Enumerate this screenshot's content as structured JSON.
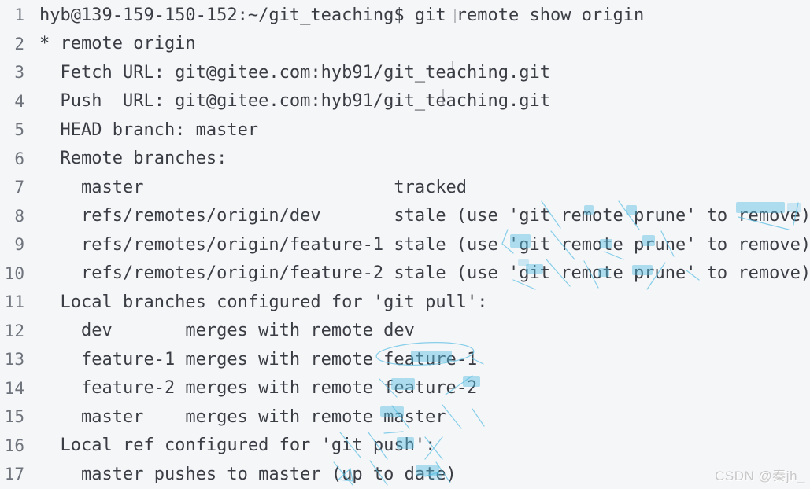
{
  "terminal": {
    "lines": [
      {
        "n": "1",
        "text": "hyb@139-159-150-152:~/git_teaching$ git remote show origin"
      },
      {
        "n": "2",
        "text": "* remote origin"
      },
      {
        "n": "3",
        "text": "  Fetch URL: git@gitee.com:hyb91/git_teaching.git"
      },
      {
        "n": "4",
        "text": "  Push  URL: git@gitee.com:hyb91/git_teaching.git"
      },
      {
        "n": "5",
        "text": "  HEAD branch: master"
      },
      {
        "n": "6",
        "text": "  Remote branches:"
      },
      {
        "n": "7",
        "text": "    master                        tracked"
      },
      {
        "n": "8",
        "text": "    refs/remotes/origin/dev       stale (use 'git remote prune' to remove)"
      },
      {
        "n": "9",
        "text": "    refs/remotes/origin/feature-1 stale (use 'git remote prune' to remove)"
      },
      {
        "n": "10",
        "text": "    refs/remotes/origin/feature-2 stale (use 'git remote prune' to remove)"
      },
      {
        "n": "11",
        "text": "  Local branches configured for 'git pull':"
      },
      {
        "n": "12",
        "text": "    dev       merges with remote dev"
      },
      {
        "n": "13",
        "text": "    feature-1 merges with remote feature-1"
      },
      {
        "n": "14",
        "text": "    feature-2 merges with remote feature-2"
      },
      {
        "n": "15",
        "text": "    master    merges with remote master"
      },
      {
        "n": "16",
        "text": "  Local ref configured for 'git push':"
      },
      {
        "n": "17",
        "text": "    master pushes to master (up to date)"
      }
    ]
  },
  "watermark": {
    "text": "CSDN @秦jh_"
  },
  "colors": {
    "background": "#f5f6f8",
    "text": "#3a3d44",
    "line_number": "#6e737c",
    "annotation_blue": "#56bde2",
    "watermark_gray": "#c8c8c8"
  }
}
